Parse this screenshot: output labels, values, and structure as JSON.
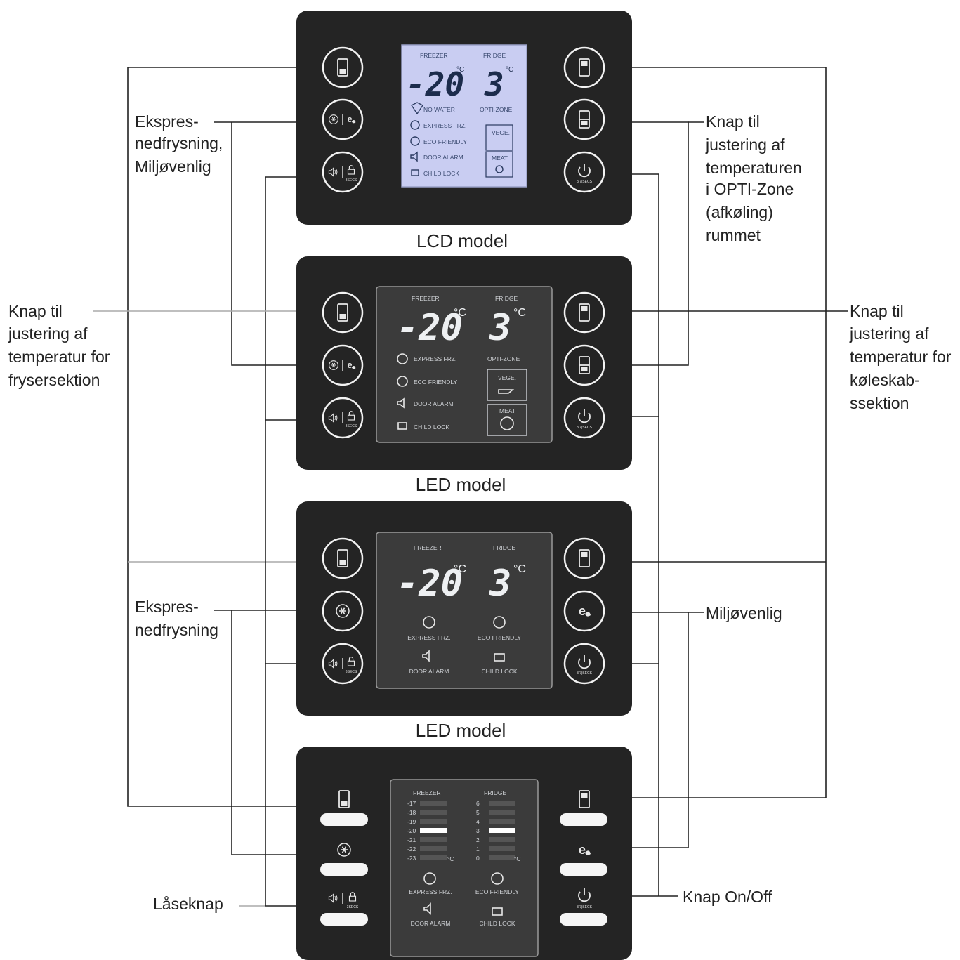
{
  "captions": {
    "lcd_model": "LCD model",
    "led_model_1": "LED model",
    "led_model_2": "LED model"
  },
  "callouts": {
    "express_eco": [
      "Ekspres-",
      "nedfrysning,",
      "Miljøvenlig"
    ],
    "opti_zone": [
      "Knap til",
      "justering af",
      "temperaturen",
      "i OPTI-Zone",
      "(afkøling)",
      "rummet"
    ],
    "freezer_temp": [
      "Knap til",
      "justering af",
      "temperatur for",
      "frysersektion"
    ],
    "fridge_temp": [
      "Knap til",
      "justering af",
      "temperatur for",
      "køleskab-",
      "ssektion"
    ],
    "express": [
      "Ekspres-",
      "nedfrysning"
    ],
    "eco": [
      "Miljøvenlig"
    ],
    "lock": [
      "Låseknap"
    ],
    "onoff": [
      "Knap On/Off"
    ]
  },
  "display": {
    "freezer": "FREEZER",
    "fridge": "FRIDGE",
    "freezer_temp": "-20",
    "fridge_temp": "3",
    "deg": "°C",
    "no_water": "NO WATER",
    "express_frz": "EXPRESS FRZ.",
    "eco_friendly": "ECO FRIENDLY",
    "door_alarm": "DOOR ALARM",
    "child_lock": "CHILD LOCK",
    "opti_zone": "OPTI-ZONE",
    "vege": "VEGE.",
    "meat": "MEAT",
    "c": "°C"
  },
  "bar_scale": {
    "freezer_levels": [
      "-17",
      "-18",
      "-19",
      "-20",
      "-21",
      "-22",
      "-23"
    ],
    "fridge_levels": [
      "6",
      "5",
      "4",
      "3",
      "2",
      "1",
      "0"
    ],
    "freezer_selected": "-20",
    "fridge_selected": "3"
  },
  "button_small_text": {
    "sec3": "3SECS",
    "standby": "3/7|SECS"
  },
  "colors": {
    "panel": "#242424",
    "display_led": "#3b3b3b",
    "display_lcd": "#c9cdf2",
    "lines": "#222222"
  }
}
